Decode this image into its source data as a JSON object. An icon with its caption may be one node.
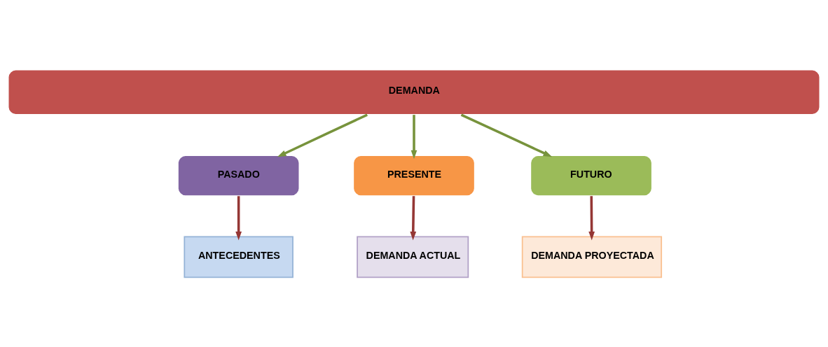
{
  "diagram": {
    "nodes": [
      {
        "text": [
          "DEMANDA"
        ]
      },
      {
        "text": [
          "PASADO"
        ]
      },
      {
        "text": [
          "PRESENTE"
        ]
      },
      {
        "text": [
          "FUTURO"
        ]
      },
      {
        "text": [
          "ANTECEDENTES"
        ]
      },
      {
        "text": [
          "DEMANDA ACTUAL"
        ]
      },
      {
        "text": [
          "DEMANDA PROYECTADA"
        ]
      }
    ],
    "edges": [
      {
        "from": 0,
        "to": 1,
        "arrow": "to",
        "color": "#77933c"
      },
      {
        "from": 0,
        "to": 2,
        "arrow": "to",
        "color": "#77933c"
      },
      {
        "from": 0,
        "to": 3,
        "arrow": "to",
        "color": "#77933c"
      },
      {
        "from": 1,
        "to": 4,
        "arrow": "to",
        "color": "#953735"
      },
      {
        "from": 2,
        "to": 5,
        "arrow": "to",
        "color": "#953735"
      },
      {
        "from": 3,
        "to": 6,
        "arrow": "to",
        "color": "#953735"
      }
    ]
  }
}
